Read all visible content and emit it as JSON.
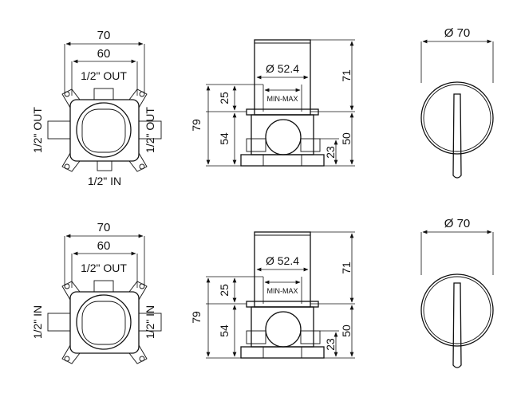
{
  "colors": {
    "line": "#111111",
    "background": "#ffffff"
  },
  "top": {
    "front": {
      "width_outer": "70",
      "width_inner": "60",
      "top_port": "1/2\" OUT",
      "left_port": "1/2\" OUT",
      "right_port": "1/2\" OUT",
      "bottom_port": "1/2\" IN"
    },
    "side": {
      "diameter": "Ø 52.4",
      "adjust_range": "MIN-MAX",
      "total_height": "79",
      "range_height": "25",
      "body_height": "54",
      "cylinder_height": "71",
      "base_height": "50",
      "port_height": "23"
    },
    "plate": {
      "diameter": "Ø 70"
    }
  },
  "bottom": {
    "front": {
      "width_outer": "70",
      "width_inner": "60",
      "top_port": "1/2\" OUT",
      "left_port": "1/2\" IN",
      "right_port": "1/2\" IN"
    },
    "side": {
      "diameter": "Ø 52.4",
      "adjust_range": "MIN-MAX",
      "total_height": "79",
      "range_height": "25",
      "body_height": "54",
      "cylinder_height": "71",
      "base_height": "50",
      "port_height": "23"
    },
    "plate": {
      "diameter": "Ø 70"
    }
  }
}
